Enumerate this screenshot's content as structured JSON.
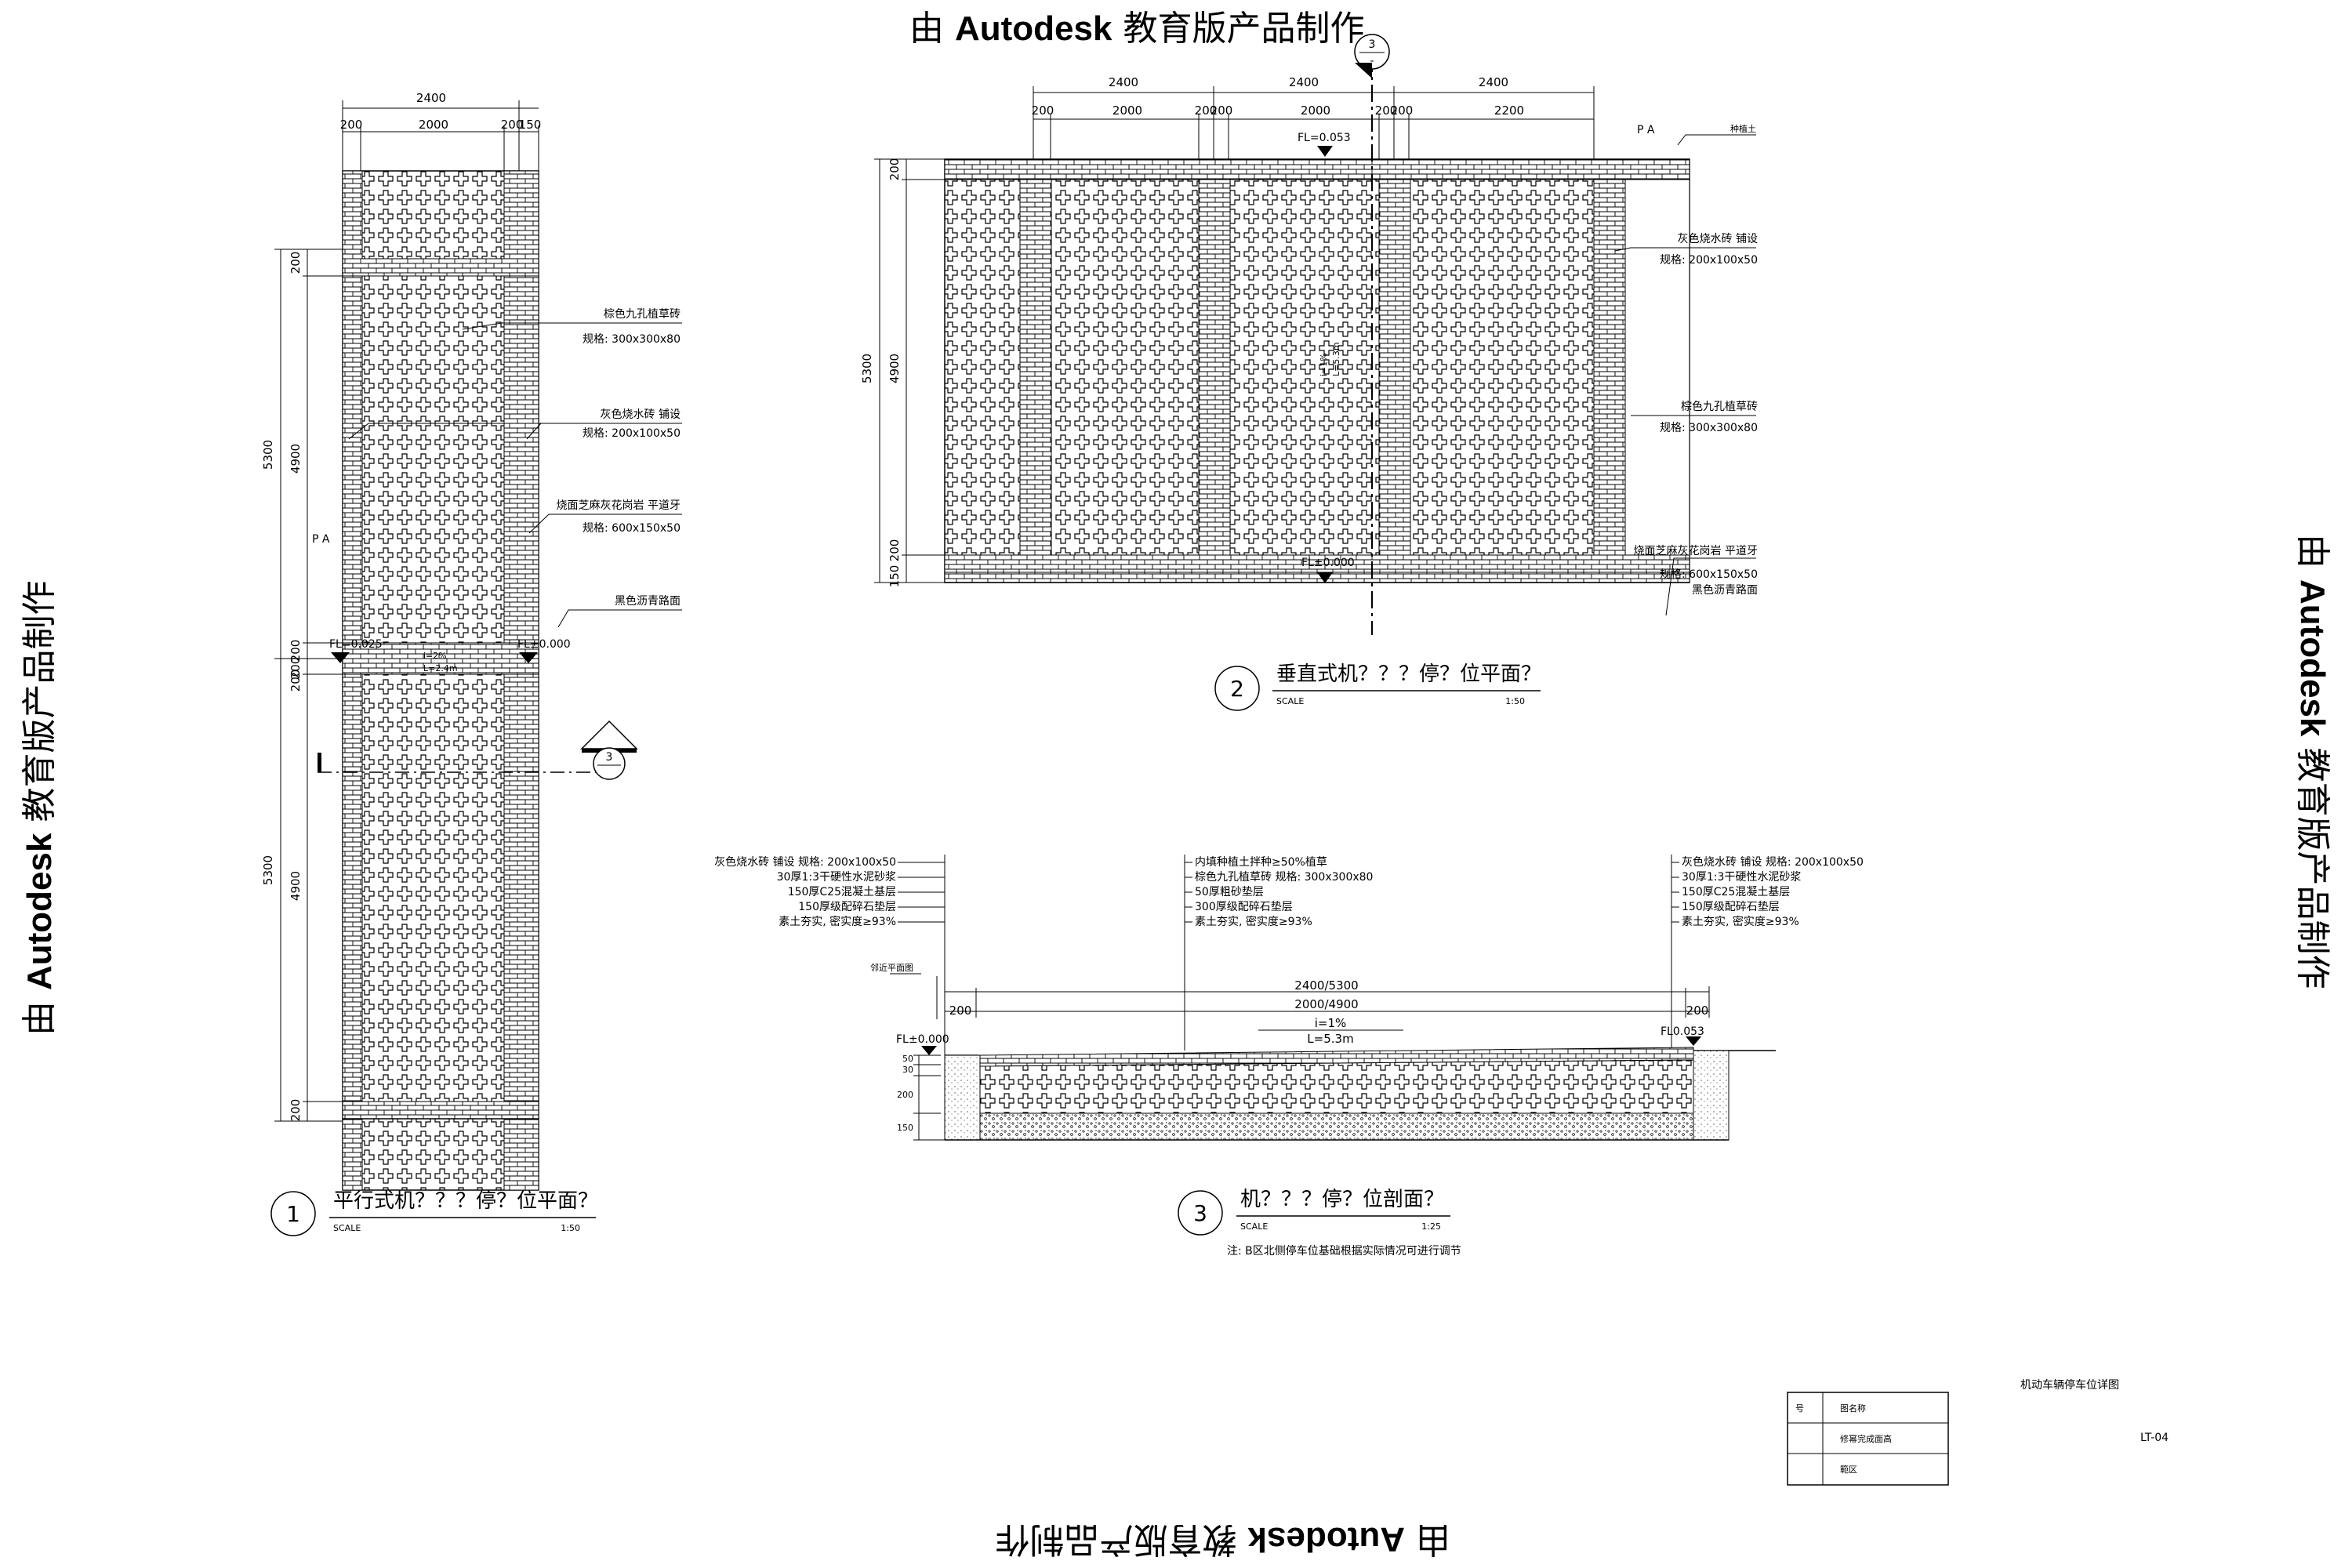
{
  "watermark": {
    "prefix": "由 ",
    "brand": "Autodesk",
    "suffix": " 教育版产品制作"
  },
  "drawing1": {
    "dims_top": [
      "2400",
      "200",
      "2000",
      "200",
      "150"
    ],
    "dims_left_outer": [
      "5300",
      "5300"
    ],
    "dims_left_inner": [
      "200",
      "4900",
      "200",
      "200",
      "200",
      "4900",
      "200"
    ],
    "callouts": [
      {
        "name": "棕色九孔植草砖",
        "spec": "规格: 300x300x80"
      },
      {
        "name": "灰色烧水砖  铺设",
        "spec": "规格: 200x100x50"
      },
      {
        "name": "烧面芝麻灰花岗岩  平道牙",
        "spec": "规格: 600x150x50"
      },
      {
        "name": "黑色沥青路面",
        "spec": ""
      }
    ],
    "pa": "P A",
    "fl_left": "FL=0.025",
    "fl_right": "FL±0.000",
    "slope": "i=2%",
    "slope_len": "L=2.4m",
    "marker_no": "3",
    "number": "1",
    "title": "平行式机？？？停？位平面？",
    "scale_label": "SCALE",
    "scale": "1:50"
  },
  "drawing2": {
    "dims_top_outer": [
      "2400",
      "2400",
      "2400"
    ],
    "dims_top_inner": [
      "200",
      "2000",
      "200",
      "200",
      "2000",
      "200",
      "200",
      "2200"
    ],
    "dims_left_outer": [
      "5300"
    ],
    "dims_left_inner": [
      "200",
      "4900",
      "200",
      "150"
    ],
    "fl_top": "FL=0.053",
    "fl_bottom": "FL±0.000",
    "slope": "i=1%",
    "slope_len": "L=5.3m",
    "pa": "P A",
    "soil_label": "种植土",
    "callouts": [
      {
        "name": "灰色烧水砖  铺设",
        "spec": "规格: 200x100x50"
      },
      {
        "name": "棕色九孔植草砖",
        "spec": "规格: 300x300x80"
      },
      {
        "name": "烧面芝麻灰花岗岩  平道牙",
        "spec": "规格: 600x150x50"
      },
      {
        "name": "黑色沥青路面",
        "spec": ""
      }
    ],
    "marker_no": "3",
    "marker_sub": "-",
    "number": "2",
    "title": "垂直式机？？？停？位平面？",
    "scale_label": "SCALE",
    "scale": "1:50"
  },
  "drawing3": {
    "left_layers": [
      "灰色烧水砖  铺设  规格: 200x100x50",
      "30厚1:3干硬性水泥砂浆",
      "150厚C25混凝土基层",
      "150厚级配碎石垫层",
      "素土夯实, 密实度≥93%"
    ],
    "mid_layers": [
      "内填种植土拌种≥50%植草",
      "棕色九孔植草砖  规格: 300x300x80",
      "50厚粗砂垫层",
      "300厚级配碎石垫层",
      "素土夯实, 密实度≥93%"
    ],
    "right_layers": [
      "灰色烧水砖  铺设  规格: 200x100x50",
      "30厚1:3干硬性水泥砂浆",
      "150厚C25混凝土基层",
      "150厚级配碎石垫层",
      "素土夯实, 密实度≥93%"
    ],
    "ref_label": "邻近平面图",
    "dim_total": "2400/5300",
    "dim_inner": "2000/4900",
    "dim_left": "200",
    "dim_right": "200",
    "slope": "i=1%",
    "slope_len": "L=5.3m",
    "fl_left": "FL±0.000",
    "fl_right": "FL0.053",
    "depth_dims": [
      "50",
      "30",
      "200",
      "150"
    ],
    "number": "3",
    "title": "机？？？停？位剖面？",
    "scale_label": "SCALE",
    "scale": "1:25",
    "note": "注: B区北侧停车位基础根据实际情况可进行调节"
  },
  "title_block": {
    "drawing_name": "机动车辆停车位详图",
    "rows": [
      {
        "col1": "号",
        "col2": "图名称"
      },
      {
        "col1": "",
        "col2": "修幂完成面高"
      },
      {
        "col1": "",
        "col2": "範区"
      }
    ],
    "code": "LT-04"
  }
}
